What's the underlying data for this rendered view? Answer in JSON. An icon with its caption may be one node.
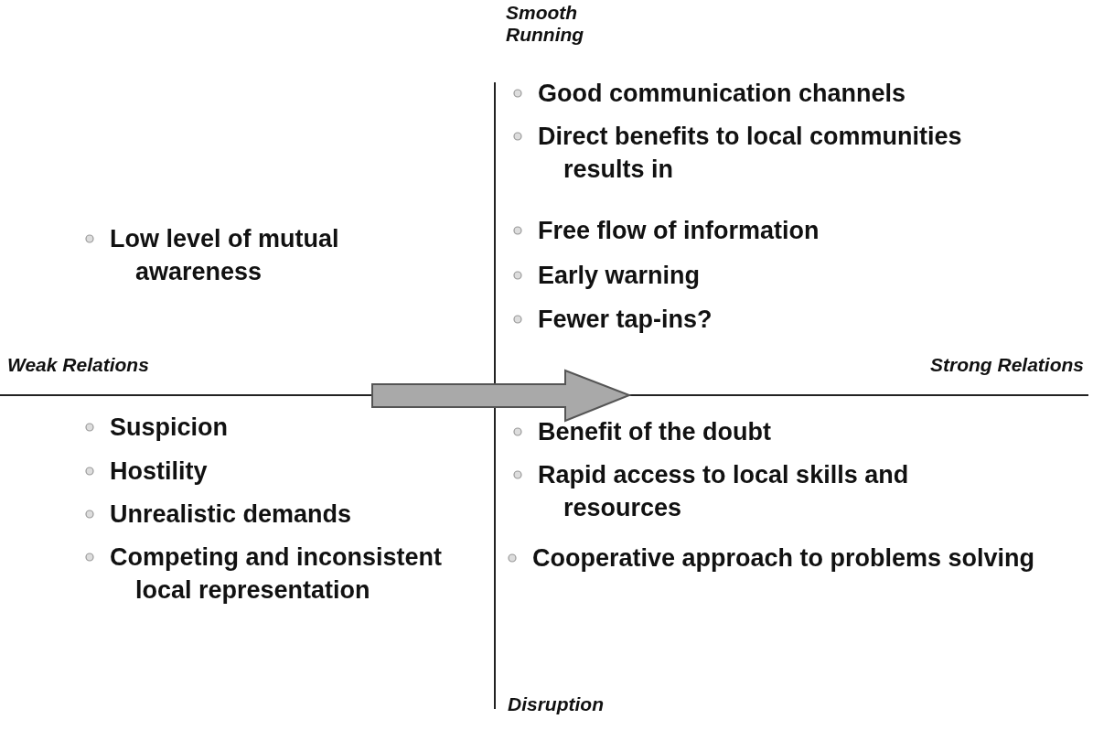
{
  "diagram": {
    "labels": [
      "Smooth Running",
      "Good communication channels",
      "Direct benefits to local communities results in",
      "Low level of mutual awareness",
      "Free flow of information",
      "Early warning",
      "Fewer tap-ins?",
      "Weak Relations",
      "Strong Relations",
      "Suspicion",
      "Hostility",
      "Unrealistic demands",
      "Competing and inconsistent local representation",
      "Benefit of the doubt",
      "Rapid access to local skills and resources",
      "Cooperative approach to problems solving",
      "Disruption"
    ]
  }
}
